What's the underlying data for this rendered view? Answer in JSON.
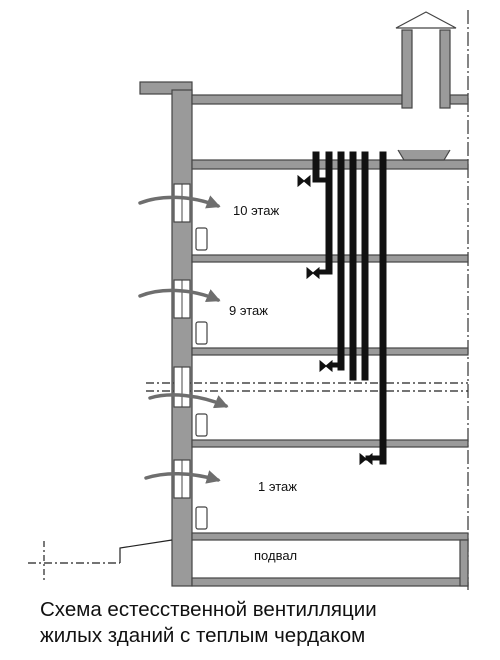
{
  "labels": {
    "floor_10": "10 этаж",
    "floor_9": "9 этаж",
    "floor_1": "1 этаж",
    "basement": "подвал"
  },
  "caption": {
    "line1": "Схема естесственной вентилляции",
    "line2": "жилых зданий с теплым чердаком"
  },
  "colors": {
    "wall": "#9a9a9a",
    "outline": "#444444",
    "duct": "#111111",
    "arrow": "#6e6e6e"
  }
}
